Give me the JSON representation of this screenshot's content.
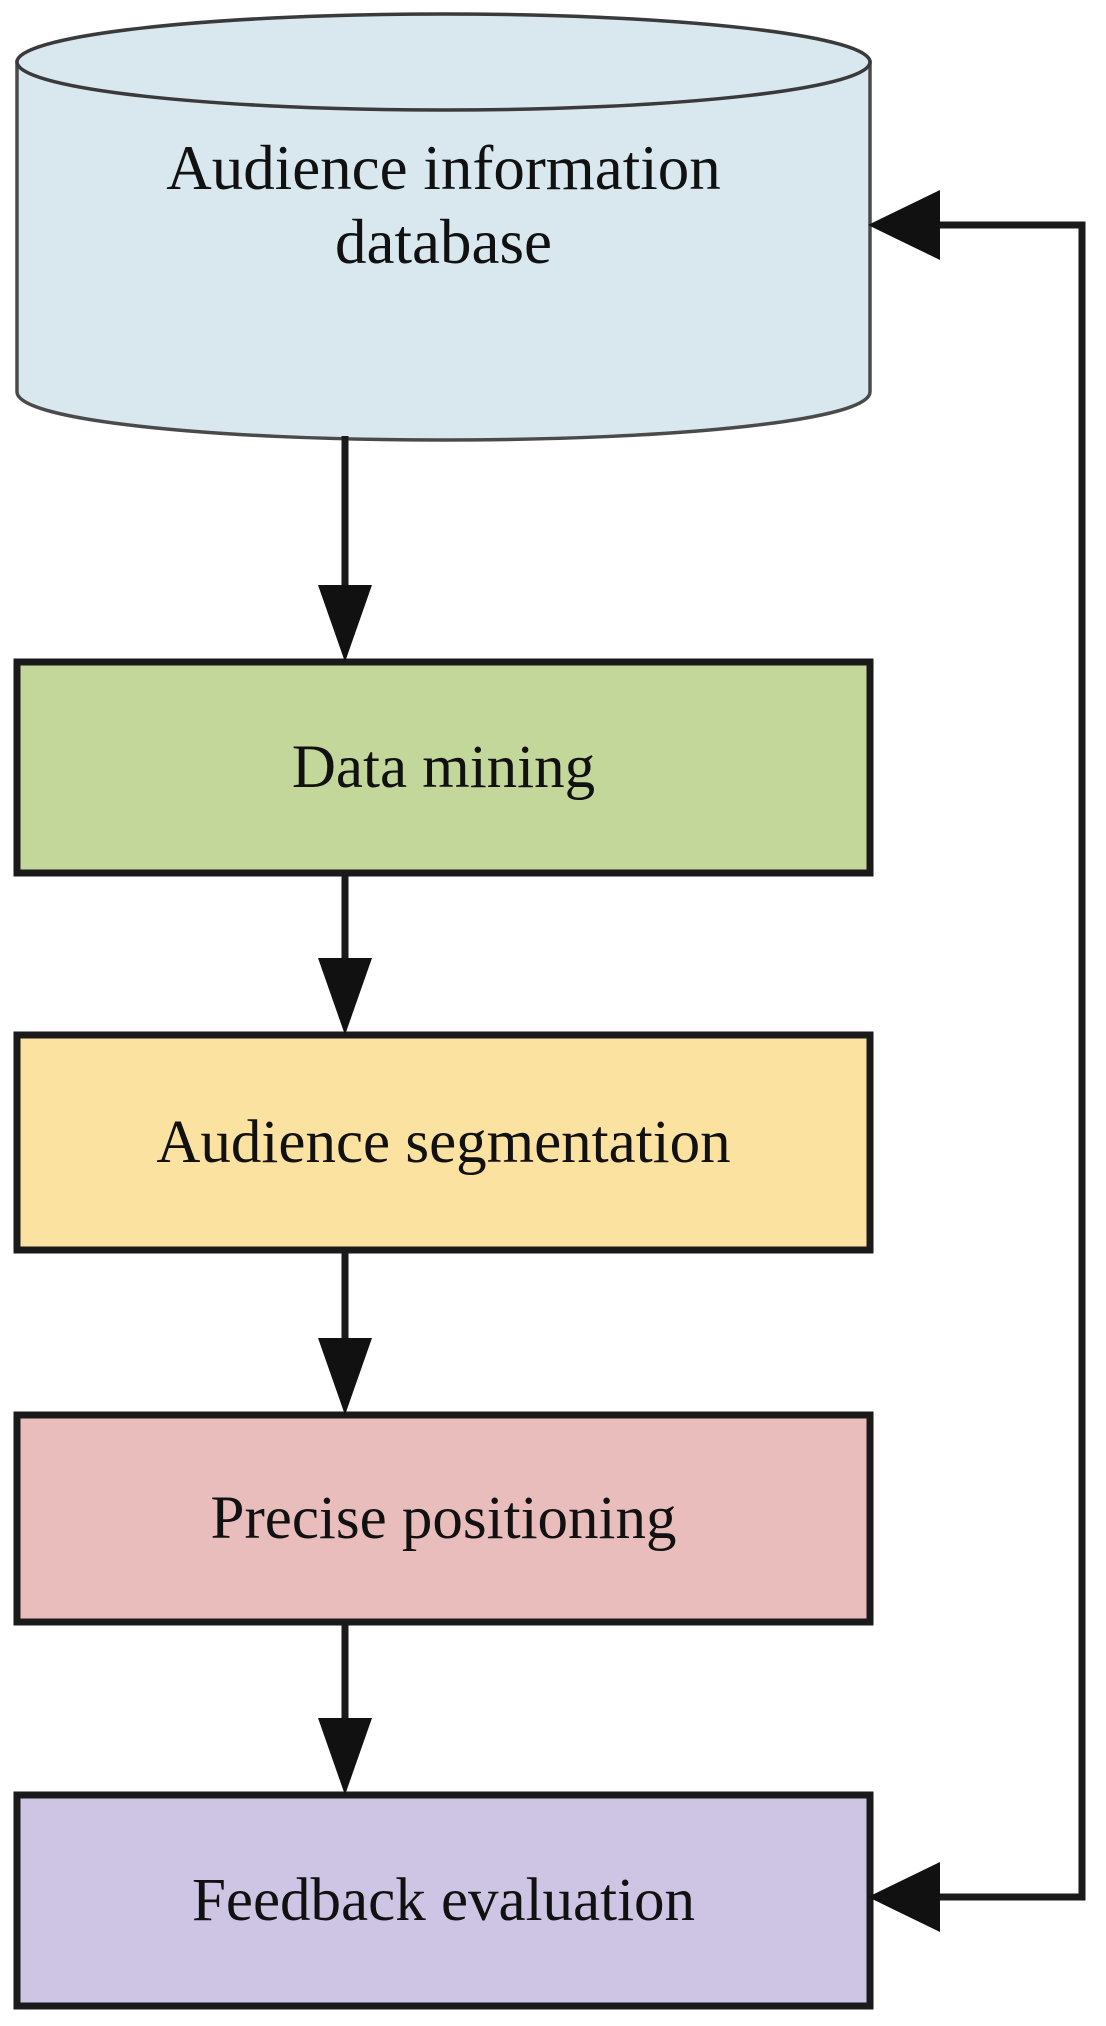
{
  "diagram": {
    "type": "flowchart",
    "orientation": "top-to-bottom",
    "background_color": "#ffffff",
    "stroke_color": "#1a1a1a",
    "text_color": "#111111",
    "nodes": [
      {
        "id": "audience-information-database",
        "label": "Audience information\ndatabase",
        "shape": "cylinder",
        "fill": "#d9e8ef",
        "stroke": "#4a4a4a"
      },
      {
        "id": "data-mining",
        "label": "Data mining",
        "shape": "rectangle",
        "fill": "#c4d79b",
        "stroke": "#1a1a1a"
      },
      {
        "id": "audience-segmentation",
        "label": "Audience segmentation",
        "shape": "rectangle",
        "fill": "#fbe2a0",
        "stroke": "#1a1a1a"
      },
      {
        "id": "precise-positioning",
        "label": "Precise positioning",
        "shape": "rectangle",
        "fill": "#eabdbd",
        "stroke": "#1a1a1a"
      },
      {
        "id": "feedback-evaluation",
        "label": "Feedback evaluation",
        "shape": "rectangle",
        "fill": "#cdc5e3",
        "stroke": "#1a1a1a"
      }
    ],
    "edges": [
      {
        "from": "audience-information-database",
        "to": "data-mining",
        "style": "straight-down",
        "arrow": "filled-triangle"
      },
      {
        "from": "data-mining",
        "to": "audience-segmentation",
        "style": "straight-down",
        "arrow": "filled-triangle"
      },
      {
        "from": "audience-segmentation",
        "to": "precise-positioning",
        "style": "straight-down",
        "arrow": "filled-triangle"
      },
      {
        "from": "precise-positioning",
        "to": "feedback-evaluation",
        "style": "straight-down",
        "arrow": "filled-triangle"
      },
      {
        "from": "external-loop-top",
        "to": "feedback-evaluation",
        "style": "orthogonal-right",
        "arrow": "filled-triangle"
      },
      {
        "from": "feedback-evaluation",
        "to": "audience-information-database",
        "style": "orthogonal-right-return",
        "arrow": "filled-triangle"
      }
    ]
  }
}
